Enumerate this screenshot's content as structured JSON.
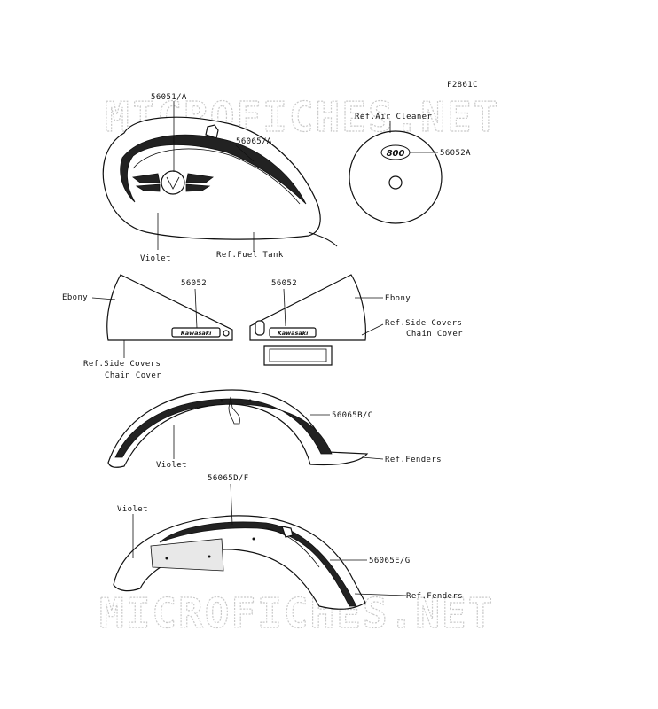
{
  "figure_code": "F2861C",
  "watermark": "MICROFICHES.NET",
  "labels": {
    "tank_part": "56051/A",
    "tank_stripe": "56065/A",
    "tank_color": "Violet",
    "tank_ref": "Ref.Fuel Tank",
    "air_ref": "Ref.Air Cleaner",
    "air_part": "56052A",
    "air_badge": "800",
    "left_cover_color": "Ebony",
    "left_cover_part": "56052",
    "left_cover_ref_1": "Ref.Side Covers",
    "left_cover_ref_2": "Chain Cover",
    "right_cover_part": "56052",
    "right_cover_color": "Ebony",
    "right_cover_ref_1": "Ref.Side Covers",
    "right_cover_ref_2": "Chain Cover",
    "front_fender_part": "56065B/C",
    "front_fender_color": "Violet",
    "front_fender_ref": "Ref.Fenders",
    "rear_fender_part_top": "56065D/F",
    "rear_fender_color": "Violet",
    "rear_fender_part_side": "56065E/G",
    "rear_fender_ref": "Ref.Fenders",
    "brand_badge": "Kawasaki"
  }
}
